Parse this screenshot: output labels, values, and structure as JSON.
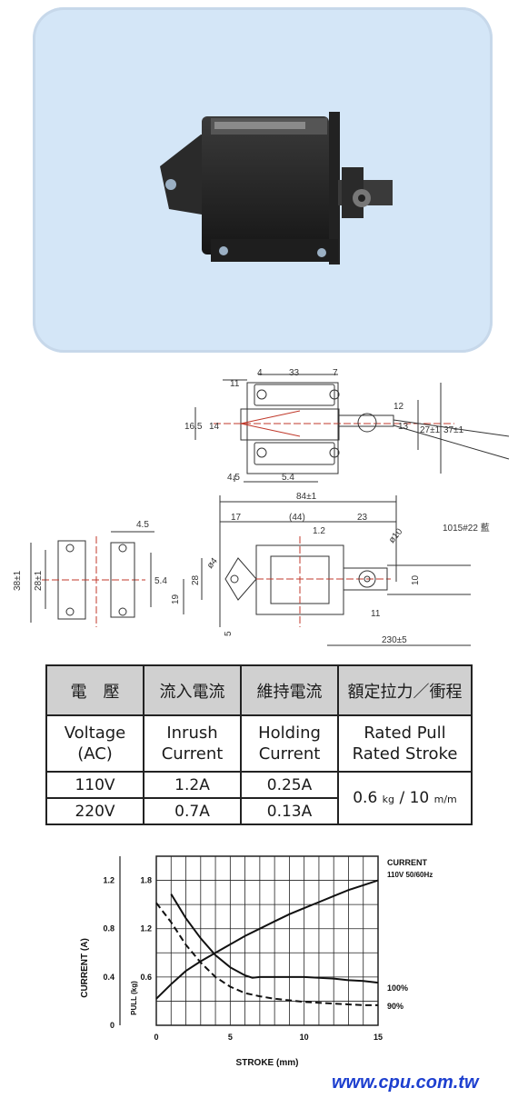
{
  "dimensions": {
    "top_view": [
      "11",
      "4",
      "33",
      "7",
      "16.5",
      "14",
      "12",
      "13",
      "27±1",
      "37±1",
      "4.5",
      "5.4"
    ],
    "side_view": [
      "84±1",
      "17",
      "(44)",
      "23",
      "1.2",
      "ø10",
      "1015#22 藍",
      "ø4",
      "28",
      "19",
      "5",
      "10",
      "11",
      "230±5"
    ],
    "end_view": [
      "4.5",
      "38±1",
      "28±1",
      "5.4"
    ]
  },
  "spec_table": {
    "headers": [
      "電　壓",
      "流入電流",
      "維持電流",
      "額定拉力／衝程"
    ],
    "desc": [
      [
        "Voltage",
        "(AC)"
      ],
      [
        "Inrush",
        "Current"
      ],
      [
        "Holding",
        "Current"
      ],
      [
        "Rated Pull",
        "Rated Stroke"
      ]
    ],
    "rows": [
      {
        "voltage": "110V",
        "inrush": "1.2A",
        "holding": "0.25A"
      },
      {
        "voltage": "220V",
        "inrush": "0.7A",
        "holding": "0.13A"
      }
    ],
    "rated": {
      "pull": "0.6",
      "pull_unit": "kg",
      "sep": "/",
      "stroke": "10",
      "stroke_unit": "m/m"
    }
  },
  "chart_data": {
    "type": "line",
    "xlabel": "STROKE (mm)",
    "ylabel_left": "CURRENT (A)",
    "ylabel_pull": "PULL (kg)",
    "x_ticks": [
      "0",
      "5",
      "10",
      "15"
    ],
    "current_ticks": [
      "0",
      "0.4",
      "0.8",
      "1.2"
    ],
    "pull_ticks": [
      "0.6",
      "1.2",
      "1.8"
    ],
    "xlim": [
      0,
      15
    ],
    "current_lim": [
      0,
      1.4
    ],
    "pull_lim": [
      0,
      2.1
    ],
    "series": [
      {
        "name": "CURRENT",
        "sub": "110V 50/60Hz",
        "axis": "current",
        "style": "solid",
        "x": [
          0,
          1,
          2,
          3,
          4,
          5,
          6,
          7,
          8,
          9,
          10,
          11,
          12,
          13,
          14,
          15
        ],
        "y": [
          0.22,
          0.34,
          0.45,
          0.53,
          0.6,
          0.67,
          0.74,
          0.8,
          0.86,
          0.92,
          0.97,
          1.02,
          1.07,
          1.12,
          1.16,
          1.2
        ]
      },
      {
        "name": "100%",
        "axis": "pull",
        "style": "solid",
        "x": [
          1,
          2,
          3,
          4,
          5,
          6,
          6.5,
          7,
          8,
          9,
          10,
          11,
          12,
          13,
          14,
          15
        ],
        "y": [
          1.63,
          1.33,
          1.08,
          0.87,
          0.72,
          0.62,
          0.59,
          0.6,
          0.6,
          0.6,
          0.6,
          0.59,
          0.58,
          0.56,
          0.55,
          0.53
        ]
      },
      {
        "name": "90%",
        "axis": "pull",
        "style": "dashed",
        "x": [
          0,
          1,
          2,
          3,
          4,
          5,
          6,
          7,
          8,
          9,
          10,
          11,
          12,
          13,
          14,
          15
        ],
        "y": [
          1.52,
          1.28,
          1.0,
          0.78,
          0.6,
          0.48,
          0.4,
          0.36,
          0.33,
          0.31,
          0.29,
          0.28,
          0.27,
          0.26,
          0.25,
          0.25
        ]
      }
    ]
  },
  "footer": {
    "url": "www.cpu.com.tw"
  }
}
